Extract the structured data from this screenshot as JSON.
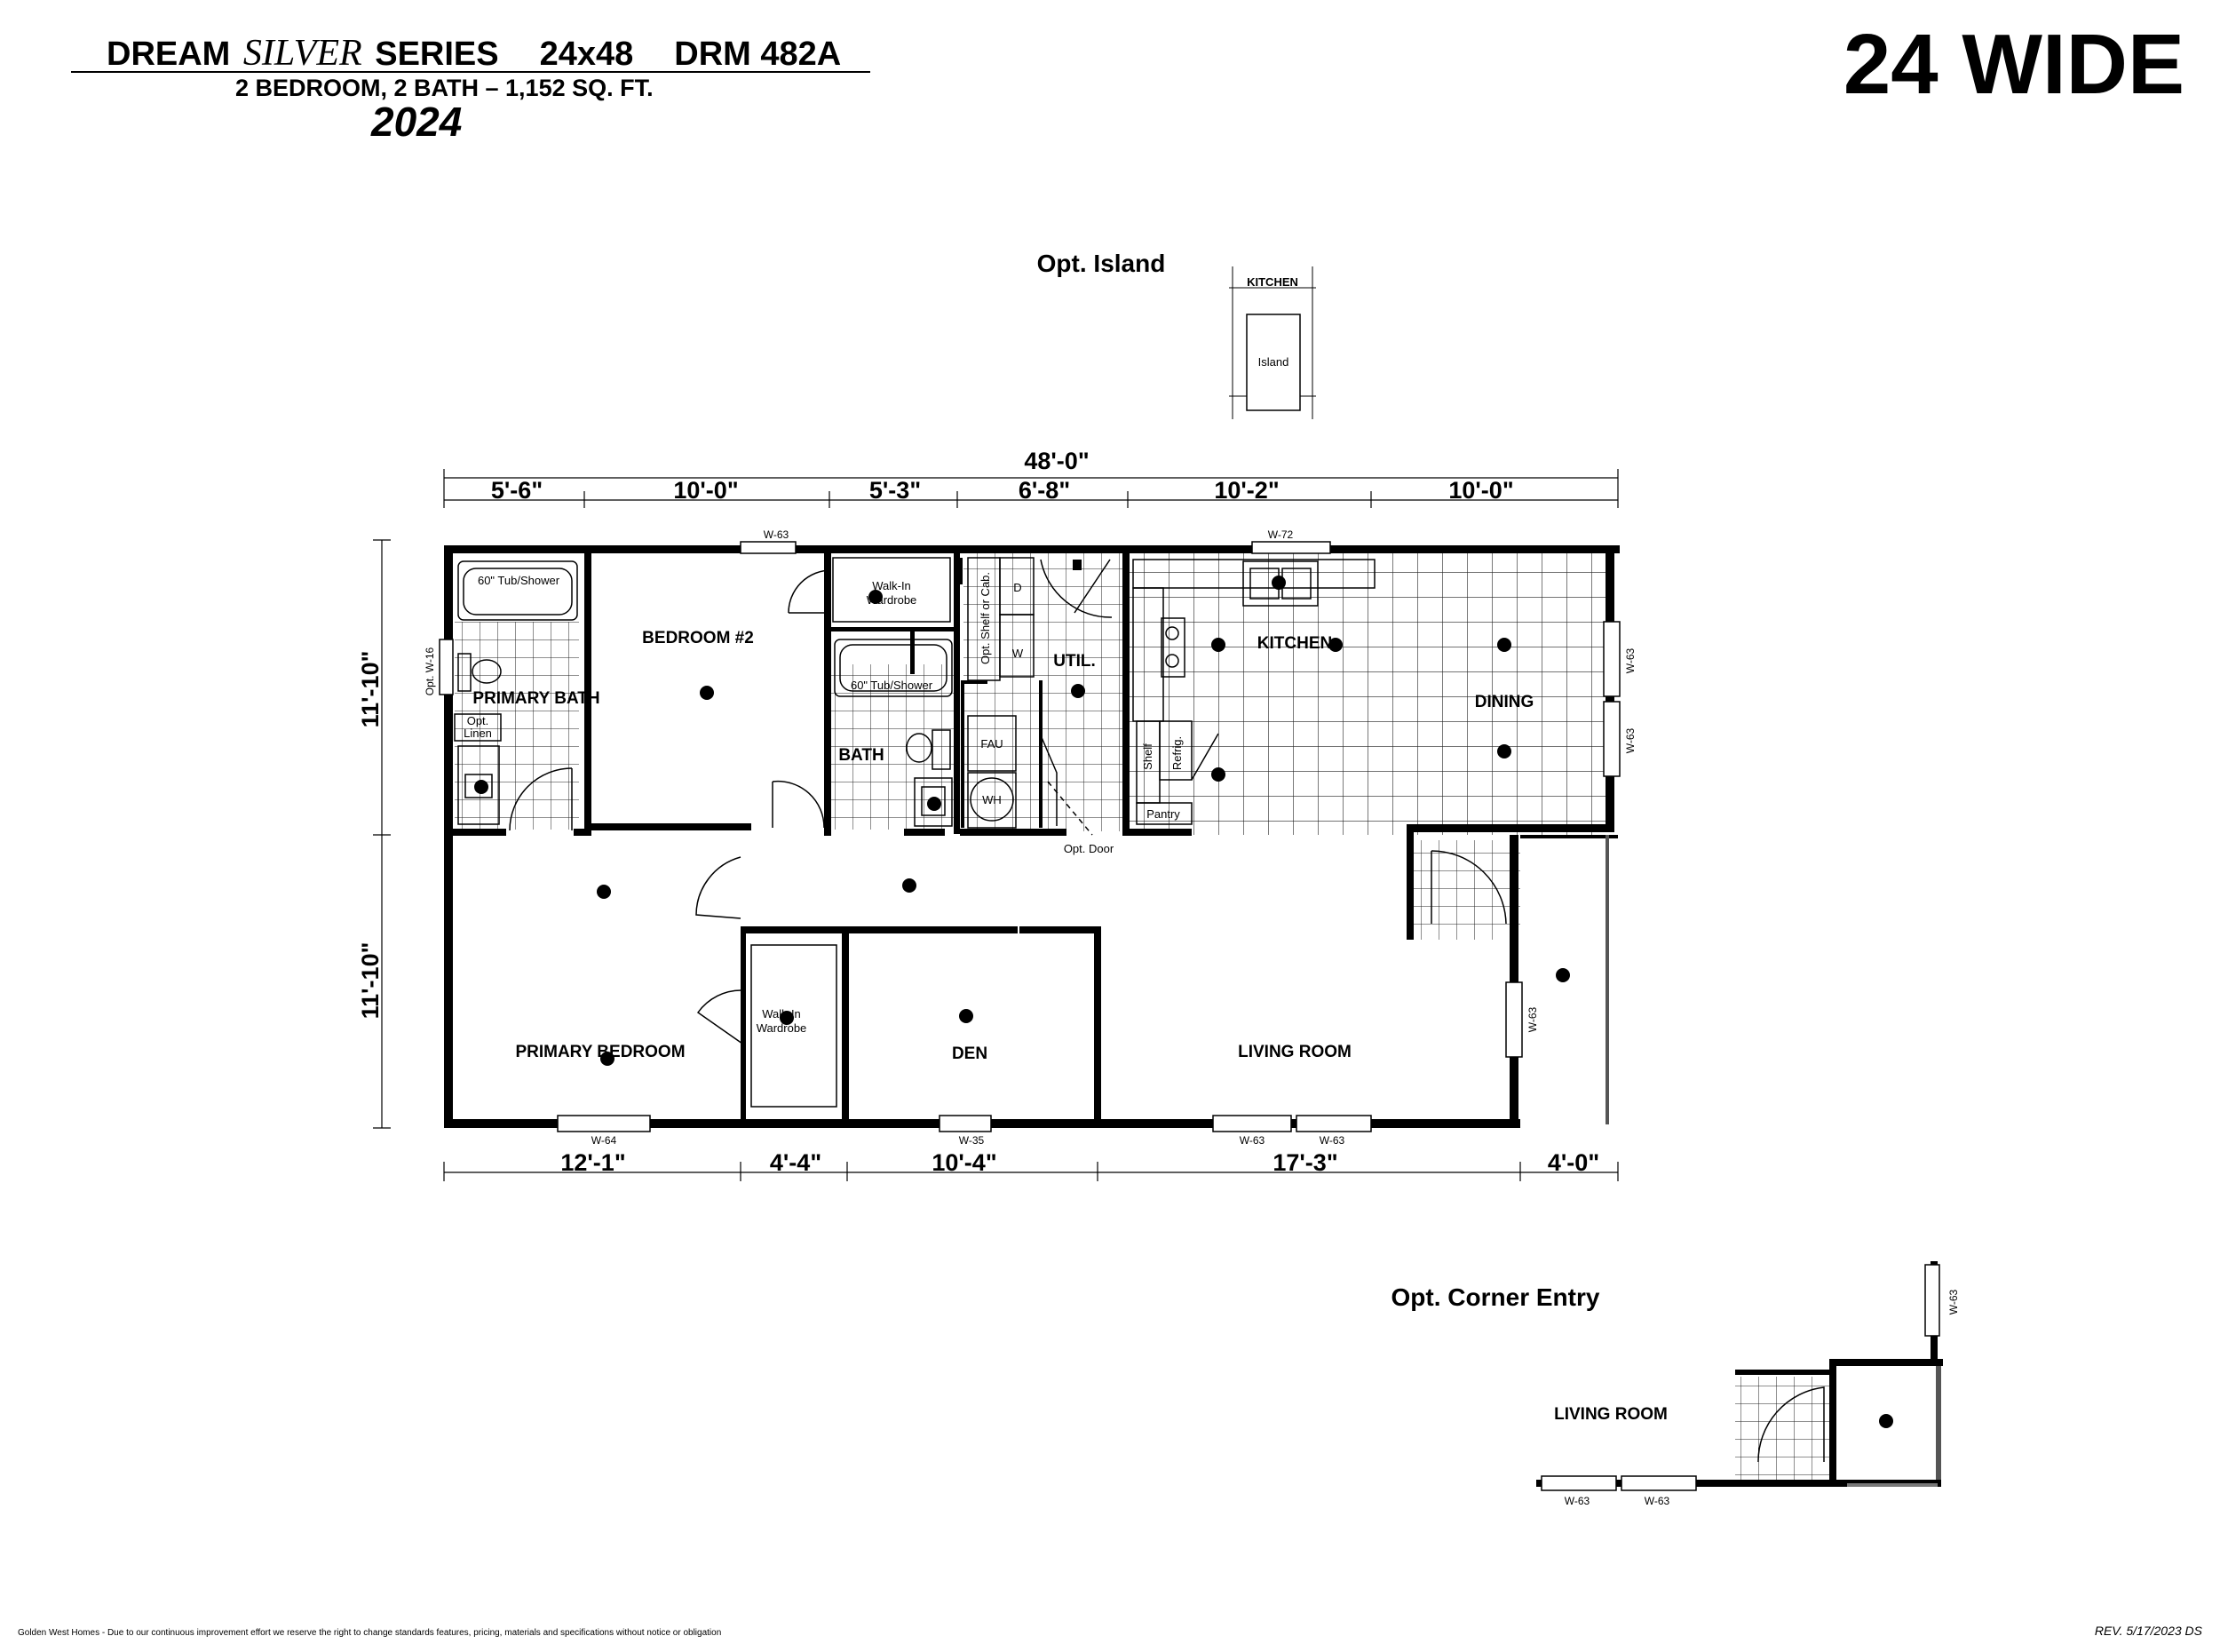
{
  "header": {
    "series_prefix": "DREAM",
    "series_italic": "SILVER",
    "series_suffix": "SERIES",
    "size": "24x48",
    "model": "DRM 482A",
    "subtitle": "2 BEDROOM, 2 BATH – 1,152  SQ. FT.",
    "year": "2024",
    "width_label": "24 WIDE"
  },
  "dimensions": {
    "overall_width": "48'-0\"",
    "top": [
      "5'-6\"",
      "10'-0\"",
      "5'-3\"",
      "6'-8\"",
      "10'-2\"",
      "10'-0\""
    ],
    "bottom": [
      "12'-1\"",
      "4'-4\"",
      "10'-4\"",
      "17'-3\"",
      "4'-0\""
    ],
    "left": [
      "11'-10\"",
      "11'-10\""
    ]
  },
  "rooms": {
    "bedroom2": "BEDROOM #2",
    "primary_bath": "PRIMARY BATH",
    "bath": "BATH",
    "util": "UTIL.",
    "kitchen": "KITCHEN",
    "dining": "DINING",
    "primary_bedroom": "PRIMARY BEDROOM",
    "den": "DEN",
    "living_room": "LIVING ROOM"
  },
  "fixtures": {
    "tub_shower": "60\" Tub/Shower",
    "walk_in_1": "Walk-In",
    "walk_in_2": "Wardrobe",
    "opt_linen_1": "Opt.",
    "opt_linen_2": "Linen",
    "opt_shelf": "Opt. Shelf or Cab.",
    "dryer": "D",
    "washer": "W",
    "fau": "FAU",
    "wh": "WH",
    "pantry": "Pantry",
    "refrig": "Refrig.",
    "shelf": "Shelf",
    "opt_door": "Opt. Door"
  },
  "windows": {
    "w63": "W-63",
    "w72": "W-72",
    "w64": "W-64",
    "w35": "W-35",
    "opt_w16": "Opt. W-16"
  },
  "options": {
    "island_title": "Opt. Island",
    "island_kitchen": "KITCHEN",
    "island_label": "Island",
    "corner_title": "Opt. Corner Entry",
    "corner_living": "LIVING ROOM"
  },
  "footer": {
    "note": "Golden West Homes - Due to our continuous improvement effort we reserve the right to change standards features, pricing, materials and specifications without notice or obligation",
    "revision": "REV. 5/17/2023  DS"
  }
}
